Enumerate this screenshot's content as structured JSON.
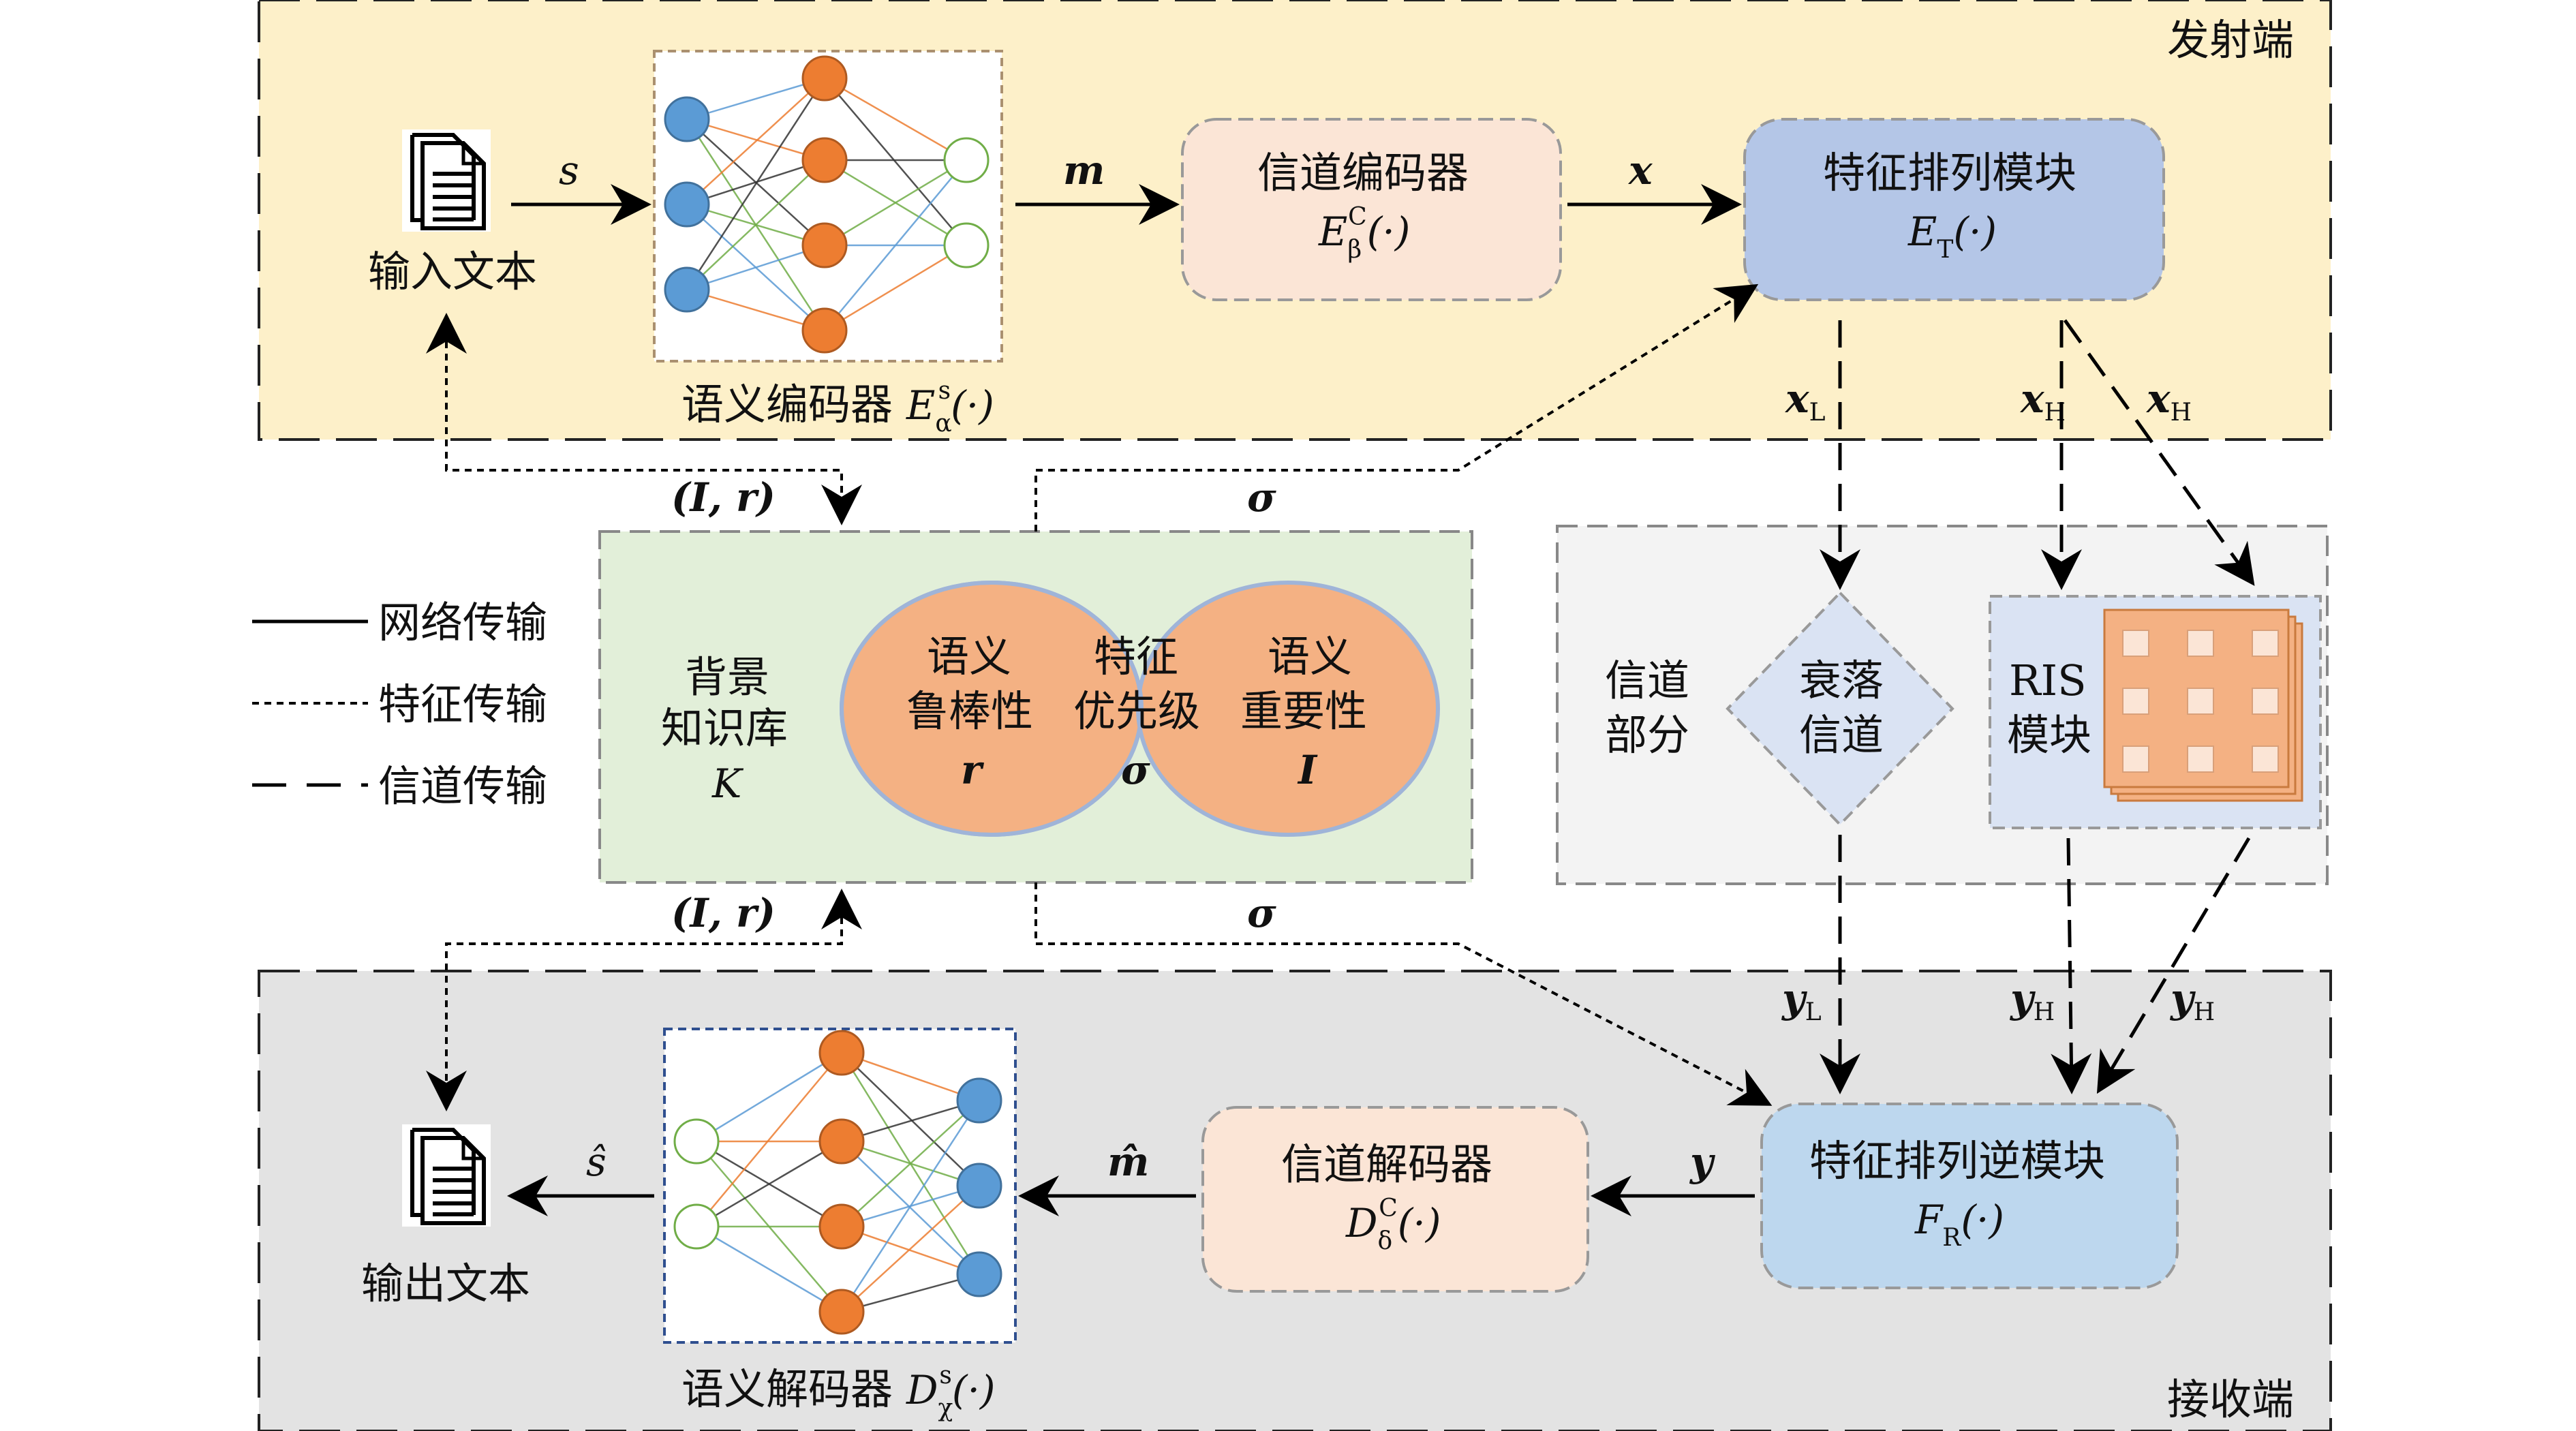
{
  "transmitter_label": "发射端",
  "receiver_label": "接收端",
  "input_text_label": "输入文本",
  "output_text_label": "输出文本",
  "semantic_encoder_label": "语义编码器",
  "semantic_decoder_label": "语义解码器",
  "channel_encoder": {
    "line1": "信道编码器"
  },
  "channel_decoder": {
    "line1": "信道解码器"
  },
  "feature_arrange": {
    "line1": "特征排列模块"
  },
  "feature_arrange_inverse": {
    "line1": "特征排列逆模块"
  },
  "knowledge_base": {
    "line1": "背景",
    "line2": "知识库",
    "line3": "K"
  },
  "venn": {
    "left": {
      "line1": "语义",
      "line2": "鲁棒性",
      "symbol": "r"
    },
    "middle": {
      "line1": "特征",
      "line2": "优先级",
      "symbol": "σ"
    },
    "right": {
      "line1": "语义",
      "line2": "重要性",
      "symbol": "I"
    }
  },
  "channel_part": {
    "line1": "信道",
    "line2": "部分"
  },
  "fading_channel": {
    "line1": "衰落",
    "line2": "信道"
  },
  "ris": {
    "line1": "RIS",
    "line2": "模块"
  },
  "legend": {
    "network": "网络传输",
    "feature": "特征传输",
    "channel": "信道传输"
  },
  "symbols": {
    "s": "s",
    "m": "m",
    "x": "x",
    "xL": "x",
    "xL_sub": "L",
    "xH": "x",
    "xH_sub": "H",
    "yL": "y",
    "yL_sub": "L",
    "yH": "y",
    "yH_sub": "H",
    "y": "y",
    "m_hat": "m̂",
    "s_hat": "ŝ",
    "Ir": "(I, r)",
    "sigma": "σ"
  },
  "colors": {
    "transmitter_bg": "#fdf0c9",
    "receiver_bg": "#e3e3e3",
    "knowledge_bg": "#e2efd9",
    "channel_bg": "#f3f3f3",
    "channel_codec_fill": "#fbe5d6",
    "feature_module_tx": "#b4c6e7",
    "feature_module_rx": "#bdd7ee",
    "venn_fill": "#f4b183",
    "fading_fill": "#dae3f3",
    "neuron_blue": "#5b9bd5",
    "neuron_orange": "#ed7d31",
    "neuron_green": "#70ad47"
  }
}
